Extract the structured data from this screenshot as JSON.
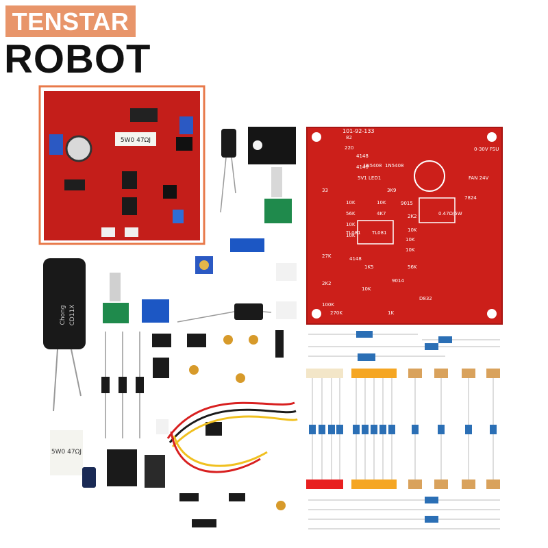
{
  "brand": {
    "top": "TENSTAR",
    "bottom": "ROBOT"
  },
  "board_labels": {
    "code": "101-92-133",
    "r_values": [
      "82",
      "220",
      "4148",
      "4148",
      "5V1",
      "33",
      "3K9",
      "10K",
      "10K",
      "10K",
      "10K",
      "4K7",
      "56K",
      "2K2",
      "10K",
      "10K",
      "10K",
      "27K",
      "1K5",
      "56K",
      "10K",
      "2K2"
    ],
    "diodes": [
      "1N5408",
      "1N5408",
      "1N4148"
    ],
    "ic_labels": [
      "TL081",
      "TL081"
    ],
    "misc": [
      "9015",
      "9014",
      "7824",
      "FAN 24V",
      "0-30V FSU",
      "LED1",
      "0.47Ω/5W",
      "100K",
      "270K",
      "1K",
      "D832",
      "4148"
    ]
  },
  "resistor_labels": {
    "ceramic": "5W0 47ΩJ",
    "cap_brand": "Chong",
    "cap_series": "CD11X"
  },
  "colors": {
    "board": "#cc1f1a",
    "brand_box": "#e8956a",
    "frame": "#e8794a",
    "resistor_blue": "#2b6fb5",
    "terminal_blue": "#1c57c4",
    "tape_beige": "#f3e6c8",
    "tape_orange": "#f5a623",
    "tape_red": "#e82020",
    "tape_tan": "#d9a25c"
  }
}
